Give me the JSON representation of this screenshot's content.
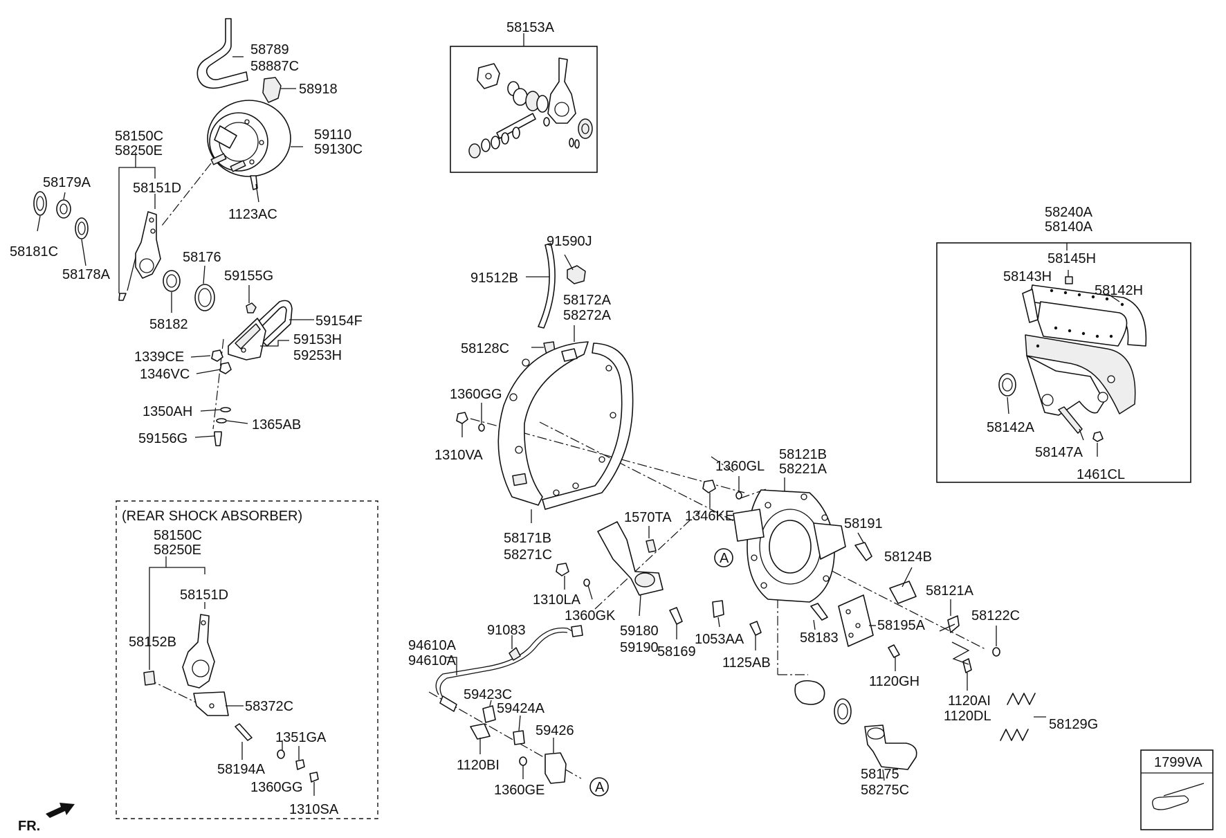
{
  "labels": {
    "p58789": "58789",
    "p58887C": "58887C",
    "p58918": "58918",
    "p58150C": "58150C",
    "p58250E": "58250E",
    "p59110": "59110",
    "p59130C": "59130C",
    "p58179A": "58179A",
    "p58151D": "58151D",
    "p1123AC": "1123AC",
    "p58181C": "58181C",
    "p58178A": "58178A",
    "p58176": "58176",
    "p59155G": "59155G",
    "p58182": "58182",
    "p59154F": "59154F",
    "p59153H": "59153H",
    "p59253H": "59253H",
    "p1339CE": "1339CE",
    "p1346VC": "1346VC",
    "p1350AH": "1350AH",
    "p1365AB": "1365AB",
    "p59156G": "59156G",
    "p58153A": "58153A",
    "p91590J": "91590J",
    "p91512B": "91512B",
    "p58172A": "58172A",
    "p58272A": "58272A",
    "p58128C": "58128C",
    "p1360GG_a": "1360GG",
    "p1310VA": "1310VA",
    "p58171B": "58171B",
    "p58271C": "58271C",
    "p58240A": "58240A",
    "p58140A": "58140A",
    "p58145H": "58145H",
    "p58143H": "58143H",
    "p58142H": "58142H",
    "p58142A": "58142A",
    "p58147A": "58147A",
    "p1461CL": "1461CL",
    "p1360GL": "1360GL",
    "p58121B": "58121B",
    "p58221A": "58221A",
    "p1346KE": "1346KE",
    "p1570TA": "1570TA",
    "p58191": "58191",
    "p58124B": "58124B",
    "p58121A": "58121A",
    "p1310LA": "1310LA",
    "p1360GK": "1360GK",
    "p58122C": "58122C",
    "p59180": "59180",
    "p59190": "59190",
    "p1053AA": "1053AA",
    "p58183": "58183",
    "p58195A": "58195A",
    "p58169": "58169",
    "p1125AB": "1125AB",
    "p1120GH": "1120GH",
    "p94610A_1": "94610A",
    "p94610A_2": "94610A",
    "p91083": "91083",
    "p59423C": "59423C",
    "p59424A": "59424A",
    "p59426": "59426",
    "p1120AI": "1120AI",
    "p1120DL": "1120DL",
    "p58129G": "58129G",
    "p1120BI": "1120BI",
    "p1360GE": "1360GE",
    "p58175": "58175",
    "p58275C": "58275C",
    "p1799VA": "1799VA",
    "rs58150C": "58150C",
    "rs58250E": "58250E",
    "rs58151D": "58151D",
    "rs58152B": "58152B",
    "rs58372C": "58372C",
    "rs1351GA": "1351GA",
    "rs58194A": "58194A",
    "rs1360GG": "1360GG",
    "rs1310SA": "1310SA"
  },
  "rear_shock_title": "(REAR SHOCK ABSORBER)",
  "callout_a_1": "A",
  "callout_a_2": "A",
  "fr_label": "FR."
}
